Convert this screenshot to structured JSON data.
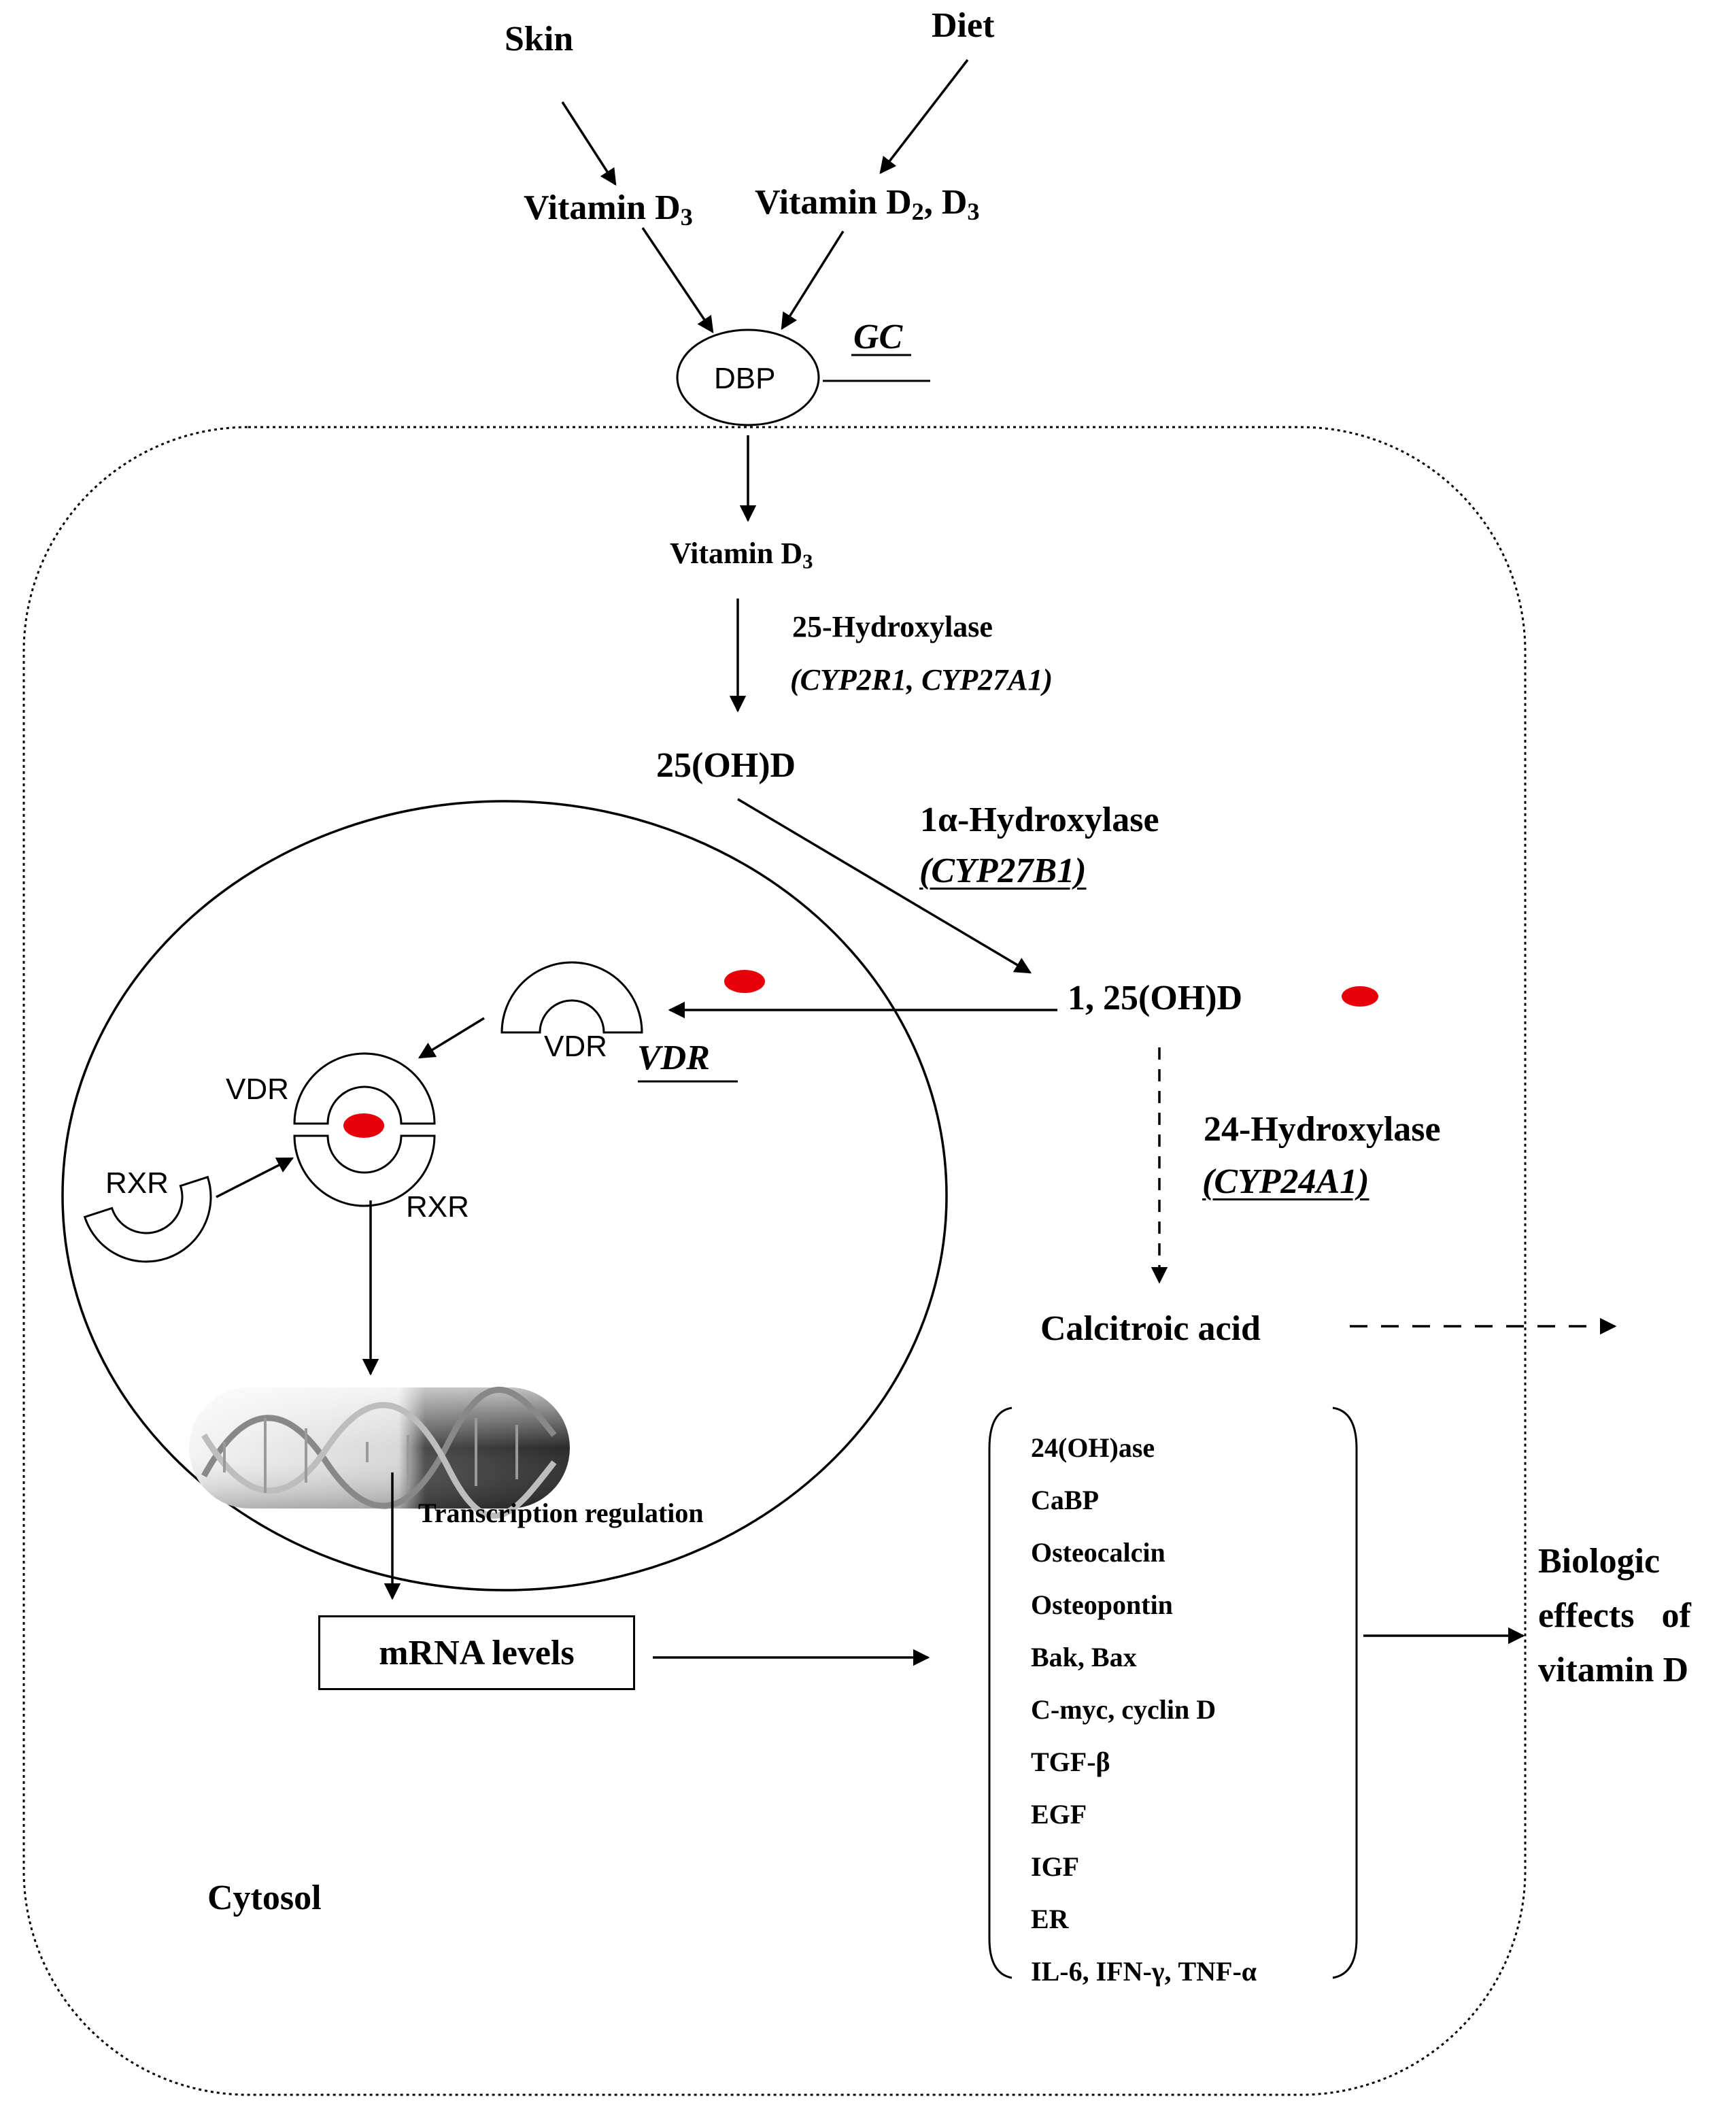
{
  "sources": {
    "skin": "Skin",
    "diet": "Diet"
  },
  "inputs": {
    "skin_product": {
      "base": "Vitamin D",
      "sub": "3"
    },
    "diet_product": {
      "base": "Vitamin D",
      "sub1": "2",
      "mid": ", D",
      "sub2": "3"
    }
  },
  "carrier": {
    "label": "DBP",
    "gene": "GC"
  },
  "cell": {
    "entry": {
      "base": "Vitamin D",
      "sub": "3"
    },
    "enzyme_25": {
      "name": "25-Hydroxylase",
      "genes": "(CYP2R1, CYP27A1)"
    },
    "metabolite_25": "25(OH)D",
    "enzyme_1a": {
      "name": "1α-Hydroxylase",
      "genes": "(CYP27B1)"
    },
    "active_form": "1, 25(OH)D",
    "enzyme_24": {
      "name": "24-Hydroxylase",
      "genes": "(CYP24A1)"
    },
    "catabolite": "Calcitroic acid",
    "compartment": "Cytosol"
  },
  "nucleus": {
    "receptor": "VDR",
    "receptor_gene": "VDR",
    "complex_vdr": "VDR",
    "complex_rxr": "RXR",
    "rxr_free": "RXR",
    "transcription": "Transcription regulation",
    "mrna": "mRNA levels"
  },
  "target_genes": [
    "24(OH)ase",
    "CaBP",
    "Osteocalcin",
    "Osteopontin",
    "Bak, Bax",
    "C-myc, cyclin D",
    "TGF-β",
    "EGF",
    "IGF",
    "ER",
    "IL-6, IFN-γ, TNF-α"
  ],
  "outcome": {
    "line1": "Biologic",
    "line2a": "effects",
    "line2b": "of",
    "line3": "vitamin D"
  },
  "colors": {
    "ligand": "#e8000b",
    "stroke": "#000000",
    "dna": "#888888"
  }
}
